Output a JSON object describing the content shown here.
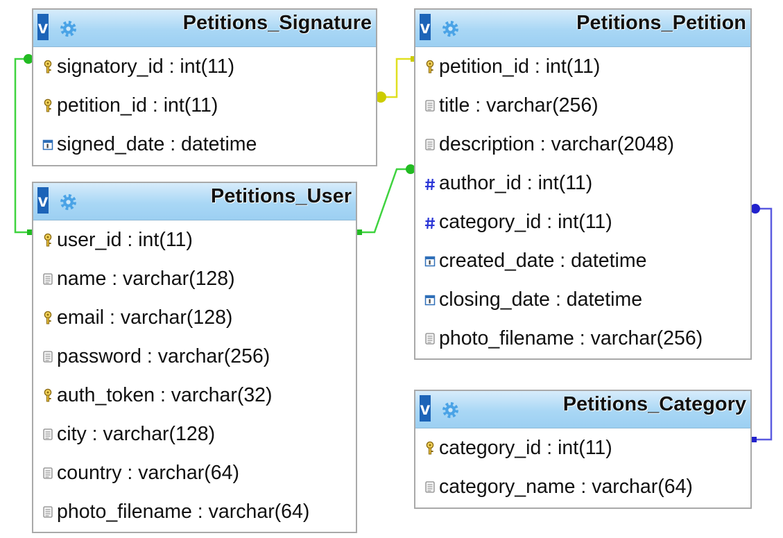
{
  "tables": [
    {
      "id": "signature",
      "title": "Petitions_Signature",
      "columns": [
        {
          "text": "signatory_id : int(11)",
          "icon": "key-icon"
        },
        {
          "text": "petition_id : int(11)",
          "icon": "key-icon"
        },
        {
          "text": "signed_date : datetime",
          "icon": "calendar-icon"
        }
      ]
    },
    {
      "id": "user",
      "title": "Petitions_User",
      "columns": [
        {
          "text": "user_id : int(11)",
          "icon": "key-icon"
        },
        {
          "text": "name : varchar(128)",
          "icon": "text-icon"
        },
        {
          "text": "email : varchar(128)",
          "icon": "key-icon"
        },
        {
          "text": "password : varchar(256)",
          "icon": "text-icon"
        },
        {
          "text": "auth_token : varchar(32)",
          "icon": "key-icon"
        },
        {
          "text": "city : varchar(128)",
          "icon": "text-icon"
        },
        {
          "text": "country : varchar(64)",
          "icon": "text-icon"
        },
        {
          "text": "photo_filename : varchar(64)",
          "icon": "text-icon"
        }
      ]
    },
    {
      "id": "petition",
      "title": "Petitions_Petition",
      "columns": [
        {
          "text": "petition_id : int(11)",
          "icon": "key-icon"
        },
        {
          "text": "title : varchar(256)",
          "icon": "text-icon"
        },
        {
          "text": "description : varchar(2048)",
          "icon": "text-icon"
        },
        {
          "text": "author_id : int(11)",
          "icon": "hash-icon"
        },
        {
          "text": "category_id : int(11)",
          "icon": "hash-icon"
        },
        {
          "text": "created_date : datetime",
          "icon": "calendar-icon"
        },
        {
          "text": "closing_date : datetime",
          "icon": "calendar-icon"
        },
        {
          "text": "photo_filename : varchar(256)",
          "icon": "text-icon"
        }
      ]
    },
    {
      "id": "category",
      "title": "Petitions_Category",
      "columns": [
        {
          "text": "category_id : int(11)",
          "icon": "key-icon"
        },
        {
          "text": "category_name : varchar(64)",
          "icon": "text-icon"
        }
      ]
    }
  ],
  "relations": [
    {
      "from": "Petitions_Signature.signatory_id",
      "to": "Petitions_User.user_id",
      "color": "#22bb22"
    },
    {
      "from": "Petitions_Signature.petition_id",
      "to": "Petitions_Petition.petition_id",
      "color": "#cccc00"
    },
    {
      "from": "Petitions_Petition.author_id",
      "to": "Petitions_User.user_id",
      "color": "#22bb22"
    },
    {
      "from": "Petitions_Petition.category_id",
      "to": "Petitions_Category.category_id",
      "color": "#2222cc"
    }
  ],
  "colors": {
    "header_gradient_top": "#d7ecfb",
    "header_gradient_bottom": "#9ccff2",
    "v_badge": "#1c64b8",
    "gear": "#4aa3e6",
    "border": "#a9a9a9"
  }
}
